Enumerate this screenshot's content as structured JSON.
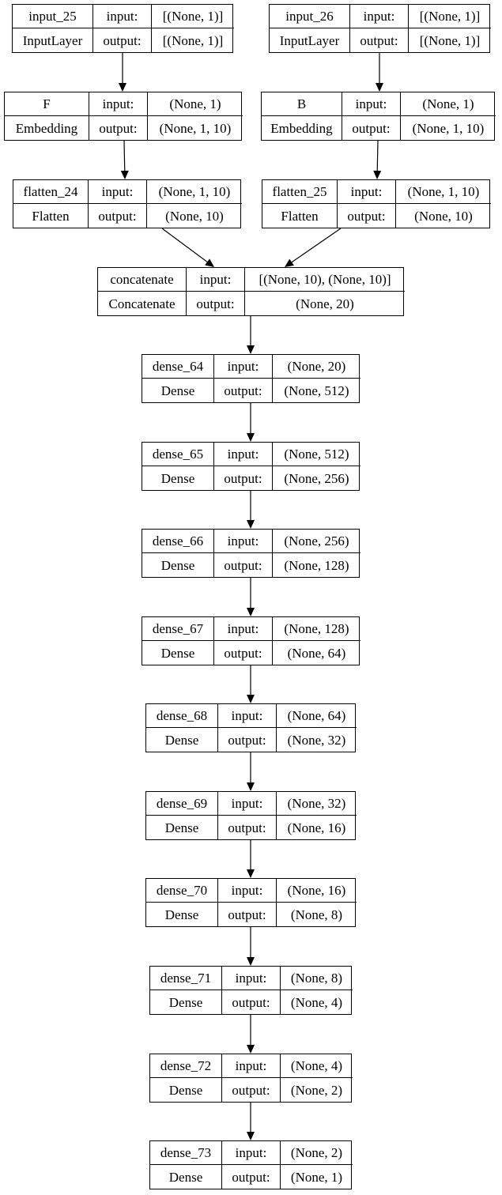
{
  "layers": [
    {
      "name": "input_25",
      "type": "InputLayer",
      "input_label": "input:",
      "input": "[(None, 1)]",
      "output_label": "output:",
      "output": "[(None, 1)]"
    },
    {
      "name": "input_26",
      "type": "InputLayer",
      "input_label": "input:",
      "input": "[(None, 1)]",
      "output_label": "output:",
      "output": "[(None, 1)]"
    },
    {
      "name": "F",
      "type": "Embedding",
      "input_label": "input:",
      "input": "(None, 1)",
      "output_label": "output:",
      "output": "(None, 1, 10)"
    },
    {
      "name": "B",
      "type": "Embedding",
      "input_label": "input:",
      "input": "(None, 1)",
      "output_label": "output:",
      "output": "(None, 1, 10)"
    },
    {
      "name": "flatten_24",
      "type": "Flatten",
      "input_label": "input:",
      "input": "(None, 1, 10)",
      "output_label": "output:",
      "output": "(None, 10)"
    },
    {
      "name": "flatten_25",
      "type": "Flatten",
      "input_label": "input:",
      "input": "(None, 1, 10)",
      "output_label": "output:",
      "output": "(None, 10)"
    },
    {
      "name": "concatenate",
      "type": "Concatenate",
      "input_label": "input:",
      "input": "[(None, 10), (None, 10)]",
      "output_label": "output:",
      "output": "(None, 20)"
    },
    {
      "name": "dense_64",
      "type": "Dense",
      "input_label": "input:",
      "input": "(None, 20)",
      "output_label": "output:",
      "output": "(None, 512)"
    },
    {
      "name": "dense_65",
      "type": "Dense",
      "input_label": "input:",
      "input": "(None, 512)",
      "output_label": "output:",
      "output": "(None, 256)"
    },
    {
      "name": "dense_66",
      "type": "Dense",
      "input_label": "input:",
      "input": "(None, 256)",
      "output_label": "output:",
      "output": "(None, 128)"
    },
    {
      "name": "dense_67",
      "type": "Dense",
      "input_label": "input:",
      "input": "(None, 128)",
      "output_label": "output:",
      "output": "(None, 64)"
    },
    {
      "name": "dense_68",
      "type": "Dense",
      "input_label": "input:",
      "input": "(None, 64)",
      "output_label": "output:",
      "output": "(None, 32)"
    },
    {
      "name": "dense_69",
      "type": "Dense",
      "input_label": "input:",
      "input": "(None, 32)",
      "output_label": "output:",
      "output": "(None, 16)"
    },
    {
      "name": "dense_70",
      "type": "Dense",
      "input_label": "input:",
      "input": "(None, 16)",
      "output_label": "output:",
      "output": "(None, 8)"
    },
    {
      "name": "dense_71",
      "type": "Dense",
      "input_label": "input:",
      "input": "(None, 8)",
      "output_label": "output:",
      "output": "(None, 4)"
    },
    {
      "name": "dense_72",
      "type": "Dense",
      "input_label": "input:",
      "input": "(None, 4)",
      "output_label": "output:",
      "output": "(None, 2)"
    },
    {
      "name": "dense_73",
      "type": "Dense",
      "input_label": "input:",
      "input": "(None, 2)",
      "output_label": "output:",
      "output": "(None, 1)"
    }
  ],
  "connections": [
    [
      "input_25",
      "F"
    ],
    [
      "input_26",
      "B"
    ],
    [
      "F",
      "flatten_24"
    ],
    [
      "B",
      "flatten_25"
    ],
    [
      "flatten_24",
      "concatenate"
    ],
    [
      "flatten_25",
      "concatenate"
    ],
    [
      "concatenate",
      "dense_64"
    ],
    [
      "dense_64",
      "dense_65"
    ],
    [
      "dense_65",
      "dense_66"
    ],
    [
      "dense_66",
      "dense_67"
    ],
    [
      "dense_67",
      "dense_68"
    ],
    [
      "dense_68",
      "dense_69"
    ],
    [
      "dense_69",
      "dense_70"
    ],
    [
      "dense_70",
      "dense_71"
    ],
    [
      "dense_71",
      "dense_72"
    ],
    [
      "dense_72",
      "dense_73"
    ]
  ]
}
